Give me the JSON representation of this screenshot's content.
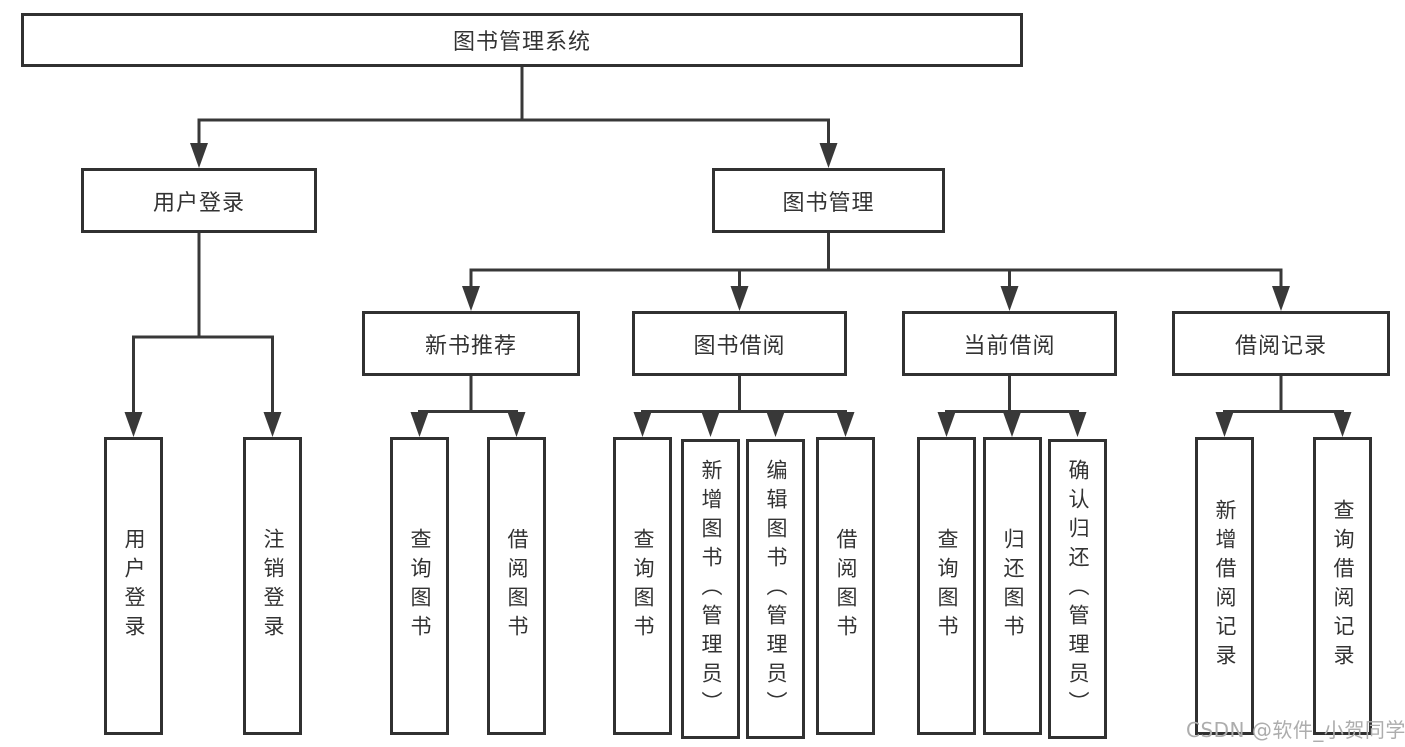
{
  "diagram": {
    "root": {
      "label": "图书管理系统"
    },
    "branches": [
      {
        "label": "用户登录",
        "children": [
          {
            "label": "用户登录"
          },
          {
            "label": "注销登录"
          }
        ]
      },
      {
        "label": "图书管理",
        "children": [
          {
            "label": "新书推荐",
            "children": [
              {
                "label": "查询图书"
              },
              {
                "label": "借阅图书"
              }
            ]
          },
          {
            "label": "图书借阅",
            "children": [
              {
                "label": "查询图书"
              },
              {
                "label": "新增图书（管理员）"
              },
              {
                "label": "编辑图书（管理员）"
              },
              {
                "label": "借阅图书"
              }
            ]
          },
          {
            "label": "当前借阅",
            "children": [
              {
                "label": "查询图书"
              },
              {
                "label": "归还图书"
              },
              {
                "label": "确认归还（管理员）"
              }
            ]
          },
          {
            "label": "借阅记录",
            "children": [
              {
                "label": "新增借阅记录"
              },
              {
                "label": "查询借阅记录"
              }
            ]
          }
        ]
      }
    ]
  },
  "watermark": {
    "text": "CSDN @软件_小贺同学"
  },
  "colors": {
    "line": "#383838",
    "box_border": "#313131",
    "text": "#333333",
    "watermark": "#adadad",
    "background": "#ffffff"
  }
}
